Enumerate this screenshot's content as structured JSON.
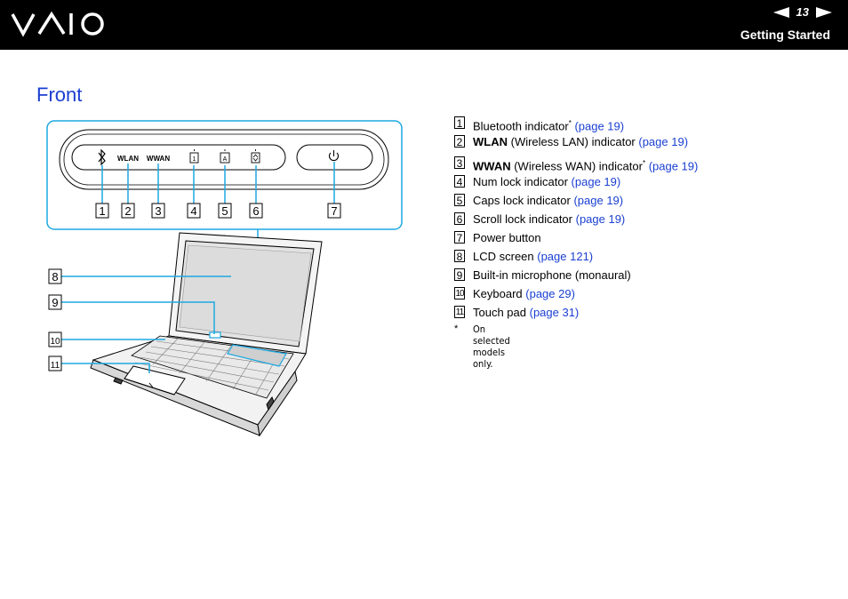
{
  "header": {
    "logo_text": "VAIO",
    "page_number": "13",
    "section_title": "Getting Started",
    "prev_icon": "triangle-left-icon",
    "next_icon": "triangle-right-icon"
  },
  "page_title": "Front",
  "figure": {
    "callout_numbers": [
      "1",
      "2",
      "3",
      "4",
      "5",
      "6",
      "7",
      "8",
      "9",
      "10",
      "11"
    ],
    "indicator_labels": {
      "wlan": "WLAN",
      "wwan": "WWAN",
      "num_lock": "1",
      "caps_lock": "A"
    },
    "icons": [
      "bluetooth-icon",
      "num-lock-icon",
      "caps-lock-icon",
      "scroll-lock-icon",
      "power-icon"
    ]
  },
  "items": [
    {
      "num": "1",
      "pre": "",
      "bold": "",
      "text": "Bluetooth indicator",
      "sup": "*",
      "link": "(page 19)"
    },
    {
      "num": "2",
      "pre": "",
      "bold": "WLAN",
      "text": " (Wireless LAN) indicator ",
      "sup": "",
      "link": "(page 19)"
    },
    {
      "num": "3",
      "pre": "",
      "bold": "WWAN",
      "text": " (Wireless WAN) indicator",
      "sup": "*",
      "link": "(page 19)"
    },
    {
      "num": "4",
      "pre": "",
      "bold": "",
      "text": "Num lock indicator ",
      "sup": "",
      "link": "(page 19)"
    },
    {
      "num": "5",
      "pre": "",
      "bold": "",
      "text": "Caps lock indicator ",
      "sup": "",
      "link": "(page 19)"
    },
    {
      "num": "6",
      "pre": "",
      "bold": "",
      "text": "Scroll lock indicator ",
      "sup": "",
      "link": "(page 19)"
    },
    {
      "num": "7",
      "pre": "",
      "bold": "",
      "text": "Power button",
      "sup": "",
      "link": ""
    },
    {
      "num": "8",
      "pre": "",
      "bold": "",
      "text": "LCD screen ",
      "sup": "",
      "link": "(page 121)"
    },
    {
      "num": "9",
      "pre": "",
      "bold": "",
      "text": "Built-in microphone (monaural)",
      "sup": "",
      "link": ""
    },
    {
      "num": "10",
      "pre": "",
      "bold": "",
      "text": "Keyboard ",
      "sup": "",
      "link": "(page 29)"
    },
    {
      "num": "11",
      "pre": "",
      "bold": "",
      "text": "Touch pad ",
      "sup": "",
      "link": "(page 31)"
    }
  ],
  "footnote": {
    "star": "*",
    "text": "On selected models only."
  },
  "colors": {
    "link": "#1a3fd1",
    "callout": "#1fa8e0",
    "header_bg": "#000000"
  }
}
